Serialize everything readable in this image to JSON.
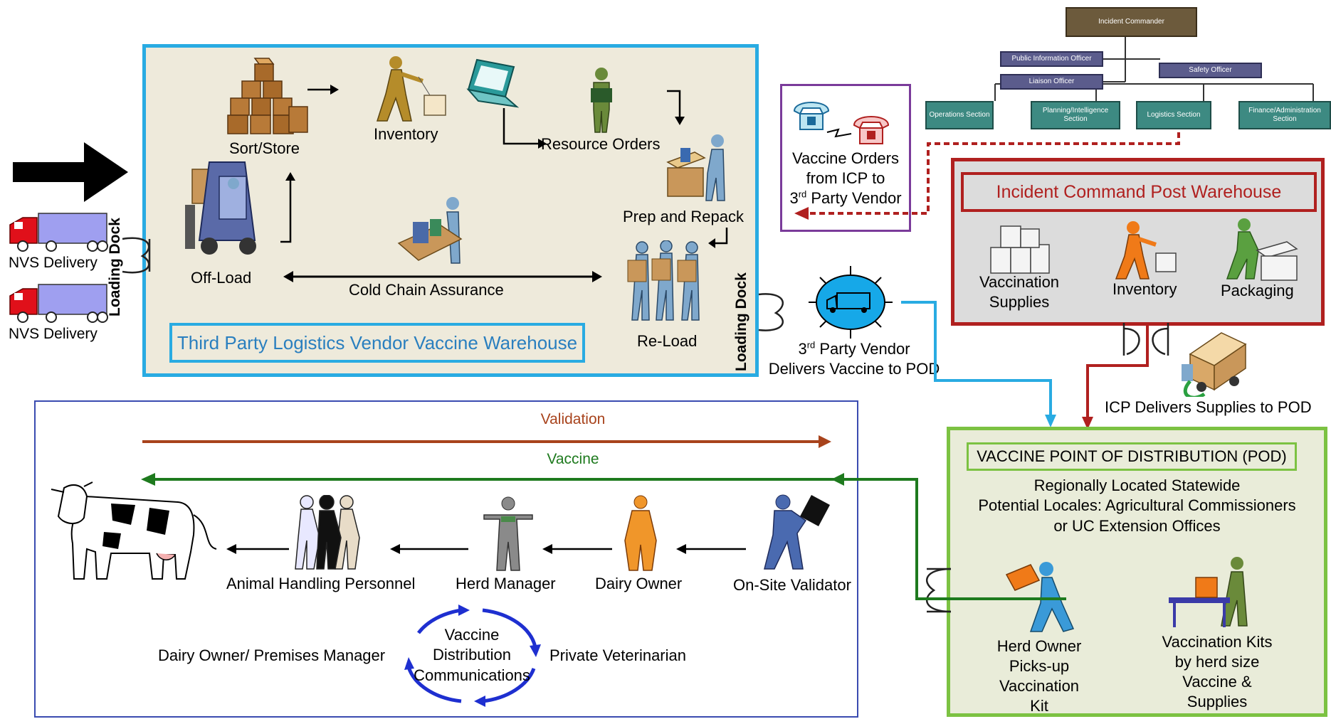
{
  "colors": {
    "vendor_border": "#29abe2",
    "icp_border": "#b0201f",
    "pod_border": "#7cc242",
    "orders_border": "#7a3b9a",
    "validation_arrow": "#a8431c",
    "vaccine_arrow": "#1e7a1e",
    "comm_cycle": "#1e2fd0"
  },
  "org_chart": {
    "commander": "Incident Commander",
    "public_info": "Public Information Officer",
    "liaison": "Liaison Officer",
    "safety": "Safety Officer",
    "operations": "Operations Section",
    "planning": "Planning/Intelligence Section",
    "logistics": "Logistics Section",
    "finance": "Finance/Administration Section"
  },
  "inbound": {
    "delivery1": "NVS Delivery",
    "delivery2": "NVS Delivery",
    "loading_dock_left": "Loading Dock",
    "loading_dock_right": "Loading Dock"
  },
  "vendor_warehouse": {
    "title": "Third Party Logistics Vendor Vaccine Warehouse",
    "sort_store": "Sort/Store",
    "inventory": "Inventory",
    "resource_orders": "Resource Orders",
    "prep_repack": "Prep and Repack",
    "off_load": "Off-Load",
    "cold_chain": "Cold Chain Assurance",
    "re_load": "Re-Load"
  },
  "orders": {
    "line1": "Vaccine Orders",
    "line2": "from ICP to",
    "line3_pre": "3",
    "line3_sup": "rd",
    "line3_post": " Party Vendor"
  },
  "icp_warehouse": {
    "title": "Incident Command Post Warehouse",
    "supplies_line1": "Vaccination",
    "supplies_line2": "Supplies",
    "inventory": "Inventory",
    "packaging": "Packaging"
  },
  "vendor_delivery": {
    "line1_pre": "3",
    "line1_sup": "rd",
    "line1_post": " Party Vendor",
    "line2": "Delivers Vaccine to POD"
  },
  "icp_delivery": "ICP Delivers Supplies to POD",
  "pod": {
    "title": "VACCINE POINT OF DISTRIBUTION (POD)",
    "line1": "Regionally Located Statewide",
    "line2": "Potential Locales: Agricultural Commissioners",
    "line3": "or UC Extension Offices",
    "herd_owner": [
      "Herd Owner",
      "Picks-up",
      "Vaccination",
      "Kit"
    ],
    "kits": [
      "Vaccination Kits",
      "by herd size",
      "Vaccine &",
      "Supplies"
    ]
  },
  "field": {
    "validation": "Validation",
    "vaccine": "Vaccine",
    "animal_handling": "Animal Handling Personnel",
    "herd_manager": "Herd Manager",
    "dairy_owner": "Dairy Owner",
    "validator": "On-Site Validator",
    "premises_manager": "Dairy Owner/ Premises Manager",
    "comm_line1": "Vaccine",
    "comm_line2": "Distribution",
    "comm_line3": "Communications",
    "private_vet": "Private Veterinarian"
  }
}
